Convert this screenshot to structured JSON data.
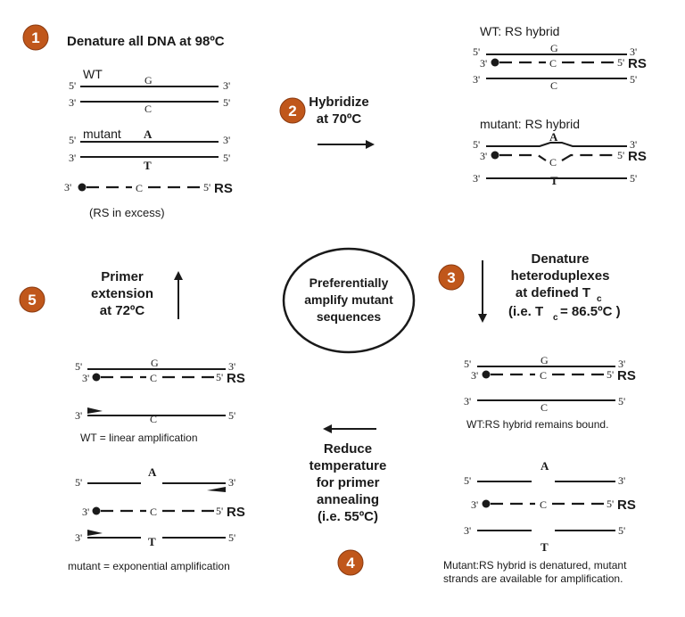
{
  "steps": {
    "s1": {
      "num": "1",
      "text": "Denature all DNA at 98ºC"
    },
    "s2": {
      "num": "2",
      "line1": "Hybridize",
      "line2": "at 70ºC"
    },
    "s3": {
      "num": "3",
      "line1": "Denature",
      "line2": "heteroduplexes",
      "line3": "at defined T",
      "line4a": "(i.e. T",
      "line4b": "= 86.5ºC )",
      "sub": "c"
    },
    "s4": {
      "num": "4",
      "line1": "Reduce",
      "line2": "temperature",
      "line3": "for primer",
      "line4": "annealing",
      "line5": "(i.e. 55ºC)"
    },
    "s5": {
      "num": "5",
      "line1": "Primer",
      "line2": "extension",
      "line3": "at 72ºC"
    }
  },
  "center": {
    "line1": "Preferentially",
    "line2": "amplify mutant",
    "line3": "sequences"
  },
  "labels": {
    "five": "5'",
    "three": "3'",
    "rs": "RS",
    "wt": "WT",
    "mutant": "mutant",
    "base_g": "G",
    "base_c": "C",
    "base_a": "A",
    "base_t": "T",
    "rs_excess": "(RS in excess)",
    "wt_rs_hybrid": "WT: RS hybrid",
    "mutant_rs_hybrid": "mutant: RS hybrid",
    "wt_remains": "WT:RS hybrid remains bound.",
    "mut_denatured_1": "Mutant:RS hybrid is denatured, mutant",
    "mut_denatured_2": "strands are available for amplification.",
    "wt_linear": "WT = linear amplification",
    "mut_exp": "mutant = exponential amplification"
  },
  "colors": {
    "badge": "#c0571b",
    "ink": "#1a1a1a"
  }
}
